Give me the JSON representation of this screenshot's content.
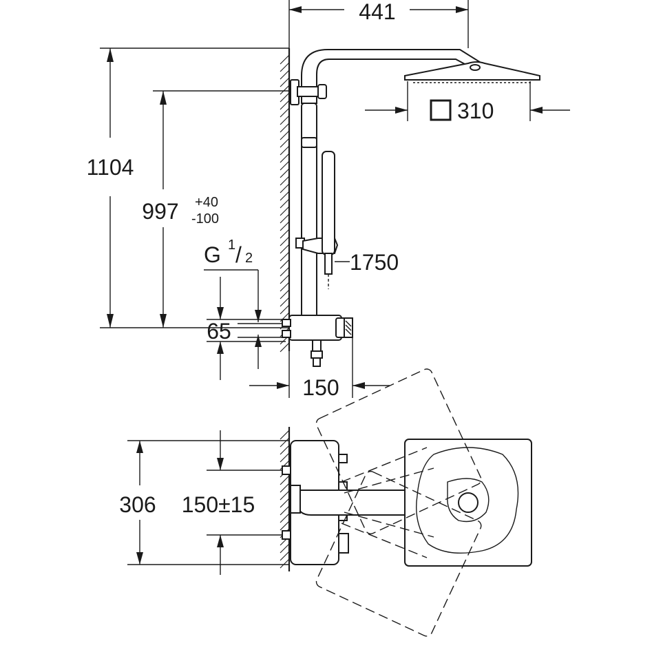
{
  "dimensions": {
    "width_441": "441",
    "head_310": "310",
    "height_1104": "1104",
    "height_997": "997",
    "tol_plus": "+40",
    "tol_minus": "-100",
    "thread_g": "G",
    "thread_1": "1",
    "thread_2": "2",
    "thread_slash": "/",
    "hose_1750": "1750",
    "offset_65": "65",
    "depth_150": "150",
    "width_306": "306",
    "spacing_150_15": "150±15"
  },
  "icons": {
    "square_symbol": "square-icon"
  }
}
